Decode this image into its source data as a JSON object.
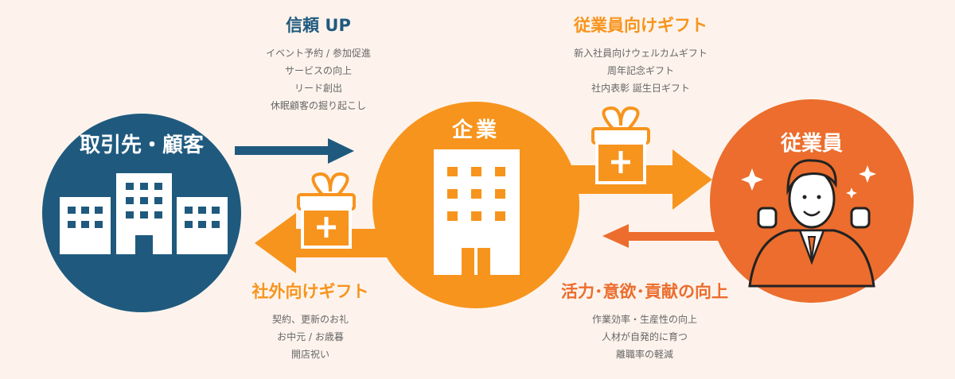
{
  "colors": {
    "background": "#fdf3ec",
    "navy": "#1f5a7e",
    "orange": "#f7941d",
    "employee": "#ec6d2d",
    "text": "#666666"
  },
  "nodes": {
    "clients": {
      "label": "取引先・顧客",
      "icon": "buildings-icon"
    },
    "company": {
      "label": "企業",
      "icon": "office-building-icon"
    },
    "employees": {
      "label": "従業員",
      "icon": "happy-employee-icon"
    }
  },
  "flows": [
    {
      "title": "信頼 UP",
      "items": [
        "イベント予約 / 参加促進",
        "サービスの向上",
        "リード創出",
        "休眠顧客の掘り起こし"
      ]
    },
    {
      "title": "従業員向けギフト",
      "items": [
        "新入社員向けウェルカムギフト",
        "周年記念ギフト",
        "社内表彰  誕生日ギフト"
      ]
    },
    {
      "title": "社外向けギフト",
      "items": [
        "契約、更新のお礼",
        "お中元 / お歳暮",
        "開店祝い"
      ]
    },
    {
      "title": "活力･意欲･貢献の向上",
      "items": [
        "作業効率・生産性の向上",
        "人材が自発的に育つ",
        "離職率の軽減"
      ]
    }
  ]
}
